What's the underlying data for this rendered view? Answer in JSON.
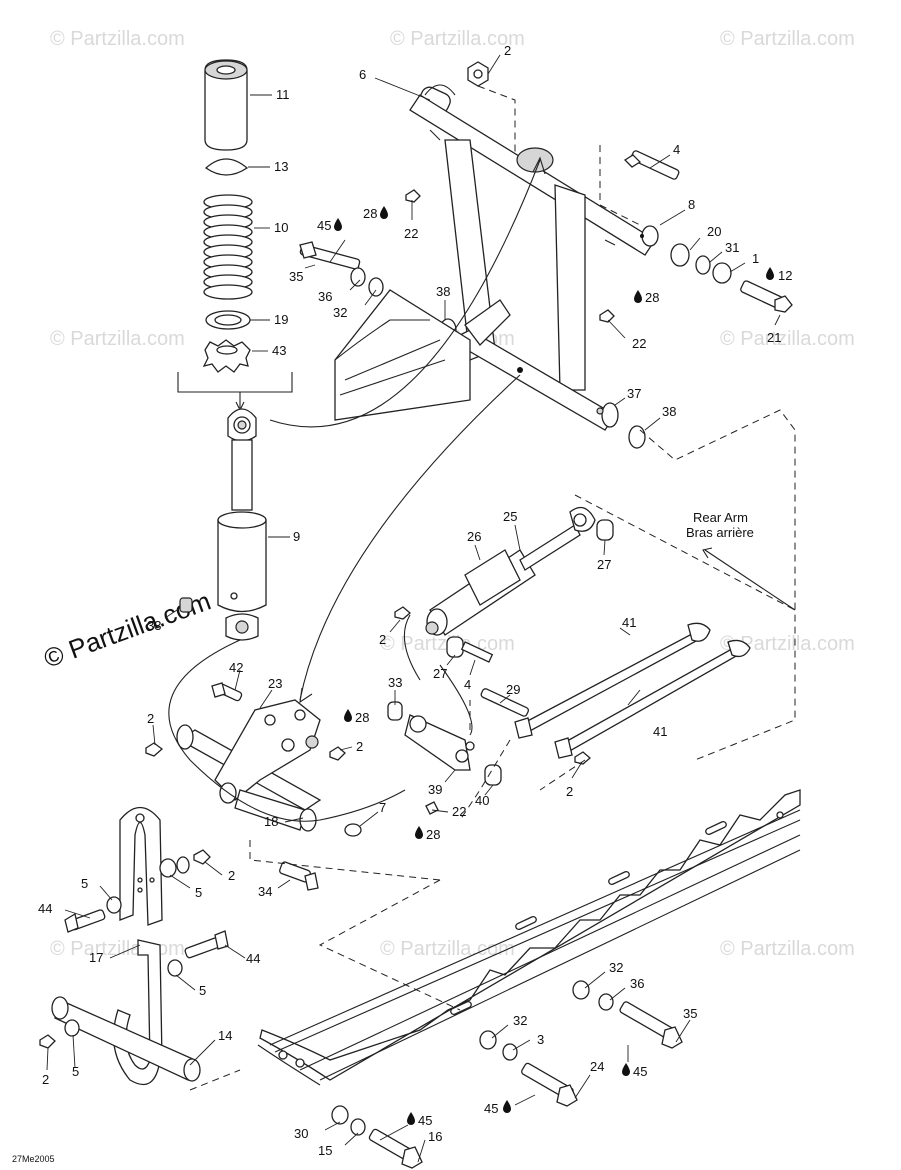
{
  "watermark": {
    "short": "© Partzilla.com",
    "big": "© Partzilla.com"
  },
  "caption": {
    "rear_arm_en": "Rear Arm",
    "rear_arm_fr": "Bras arrière"
  },
  "drawing_code": "27Me2005",
  "callouts": {
    "c1": "1",
    "c2a": "2",
    "c2b": "2",
    "c2c": "2",
    "c2d": "2",
    "c2e": "2",
    "c2f": "2",
    "c2g": "2",
    "c3": "3",
    "c4a": "4",
    "c4b": "4",
    "c5a": "5",
    "c5b": "5",
    "c5c": "5",
    "c5d": "5",
    "c6": "6",
    "c7": "7",
    "c8": "8",
    "c9": "9",
    "c10": "10",
    "c11": "11",
    "c12": "12",
    "c13": "13",
    "c14": "14",
    "c15": "15",
    "c16": "16",
    "c17": "17",
    "c18": "18",
    "c19": "19",
    "c20": "20",
    "c21": "21",
    "c22a": "22",
    "c22b": "22",
    "c22c": "22",
    "c23": "23",
    "c24": "24",
    "c25": "25",
    "c26": "26",
    "c27a": "27",
    "c27b": "27",
    "c28a": "28",
    "c28b": "28",
    "c28c": "28",
    "c28d": "28",
    "c29": "29",
    "c30": "30",
    "c31": "31",
    "c32a": "32",
    "c32b": "32",
    "c32c": "32",
    "c33a": "33",
    "c33b": "33",
    "c34": "34",
    "c35a": "35",
    "c35b": "35",
    "c36a": "36",
    "c36b": "36",
    "c37": "37",
    "c38a": "38",
    "c38b": "38",
    "c39": "39",
    "c40": "40",
    "c41a": "41",
    "c41b": "41",
    "c42": "42",
    "c43": "43",
    "c44a": "44",
    "c44b": "44",
    "c45a": "45",
    "c45b": "45",
    "c45c": "45",
    "c45d": "45"
  },
  "icons": {
    "adhesive_marker": "drop-icon"
  }
}
